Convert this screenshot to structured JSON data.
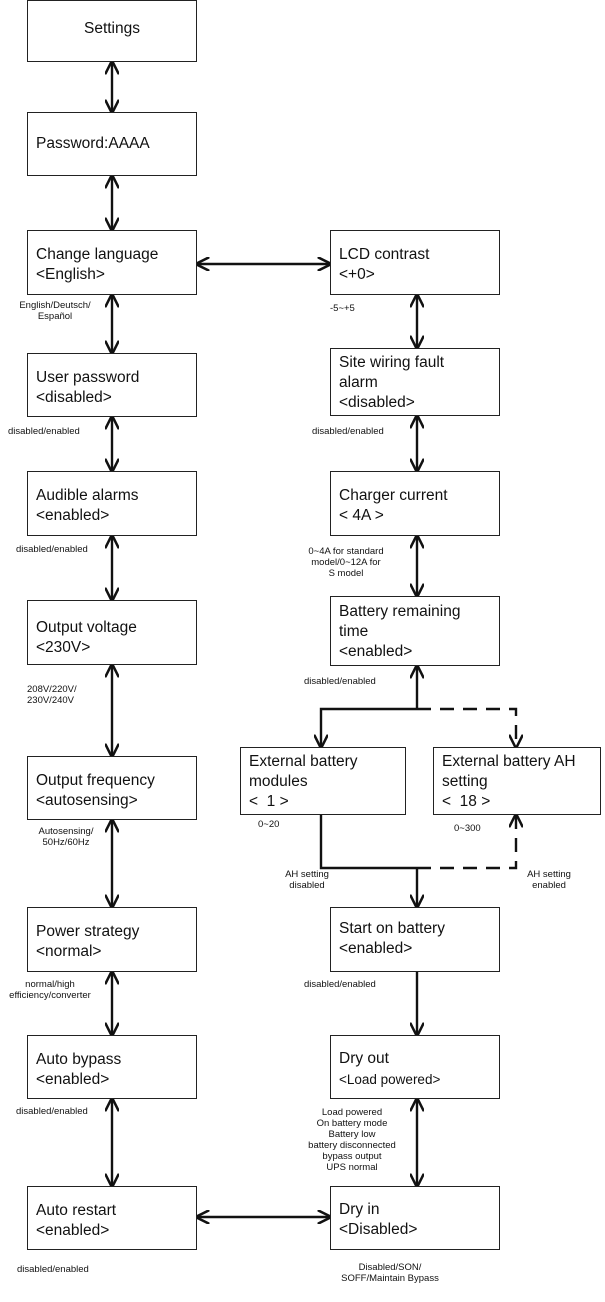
{
  "nodes": {
    "settings": {
      "lines": [
        "Settings"
      ]
    },
    "password": {
      "lines": [
        "Password:AAAA"
      ]
    },
    "change_language": {
      "lines": [
        "Change language",
        "<English>"
      ]
    },
    "user_password": {
      "lines": [
        "User password",
        "<disabled>"
      ]
    },
    "audible_alarms": {
      "lines": [
        "Audible alarms",
        "<enabled>"
      ]
    },
    "output_voltage": {
      "lines": [
        "Output voltage",
        "<230V>"
      ]
    },
    "output_frequency": {
      "lines": [
        "Output frequency",
        "<autosensing>"
      ]
    },
    "power_strategy": {
      "lines": [
        "Power strategy",
        "<normal>"
      ]
    },
    "auto_bypass": {
      "lines": [
        "Auto bypass",
        "<enabled>"
      ]
    },
    "auto_restart": {
      "lines": [
        "Auto restart",
        "<enabled>"
      ]
    },
    "lcd_contrast": {
      "lines": [
        "LCD contrast",
        "<+0>"
      ]
    },
    "site_wiring": {
      "lines": [
        "Site wiring fault",
        "alarm",
        "<disabled>"
      ]
    },
    "charger_current": {
      "lines": [
        "Charger current",
        "< 4A >"
      ]
    },
    "battery_remaining": {
      "lines": [
        "Battery remaining",
        "time",
        "<enabled>"
      ]
    },
    "ext_battery_modules": {
      "lines": [
        "External battery",
        "modules",
        "<  1 >"
      ]
    },
    "ext_battery_ah": {
      "lines": [
        "External battery AH",
        "setting",
        "<  18 >"
      ]
    },
    "start_on_battery": {
      "lines": [
        "Start on battery",
        "<enabled>"
      ]
    },
    "dry_out": {
      "lines": [
        "Dry out",
        "<Load powered>"
      ]
    },
    "dry_in": {
      "lines": [
        "Dry in",
        "<Disabled>"
      ]
    }
  },
  "notes": {
    "language_options": [
      "English/Deutsch/",
      "Español"
    ],
    "user_password_options": [
      "disabled/enabled"
    ],
    "audible_alarms_options": [
      "disabled/enabled"
    ],
    "output_voltage_options": [
      "208V/220V/",
      "230V/240V"
    ],
    "output_frequency_options": [
      "Autosensing/",
      "50Hz/60Hz"
    ],
    "power_strategy_options": [
      "normal/high",
      "efficiency/converter"
    ],
    "auto_bypass_options": [
      "disabled/enabled"
    ],
    "auto_restart_options": [
      "disabled/enabled"
    ],
    "lcd_contrast_range": [
      "-5~+5"
    ],
    "site_wiring_options": [
      "disabled/enabled"
    ],
    "charger_current_range": [
      "0~4A for standard",
      "model/0~12A for",
      "S model"
    ],
    "battery_remaining_options": [
      "disabled/enabled"
    ],
    "ext_modules_range": [
      "0~20"
    ],
    "ext_ah_range": [
      "0~300"
    ],
    "ah_disabled": [
      "AH setting",
      "disabled"
    ],
    "ah_enabled": [
      "AH setting",
      "enabled"
    ],
    "start_on_battery_options": [
      "disabled/enabled"
    ],
    "dry_out_options": [
      "Load powered",
      "On battery mode",
      "Battery low",
      "battery disconnected",
      "bypass output",
      "UPS normal"
    ],
    "dry_in_options": [
      "Disabled/SON/",
      "SOFF/Maintain Bypass"
    ]
  }
}
